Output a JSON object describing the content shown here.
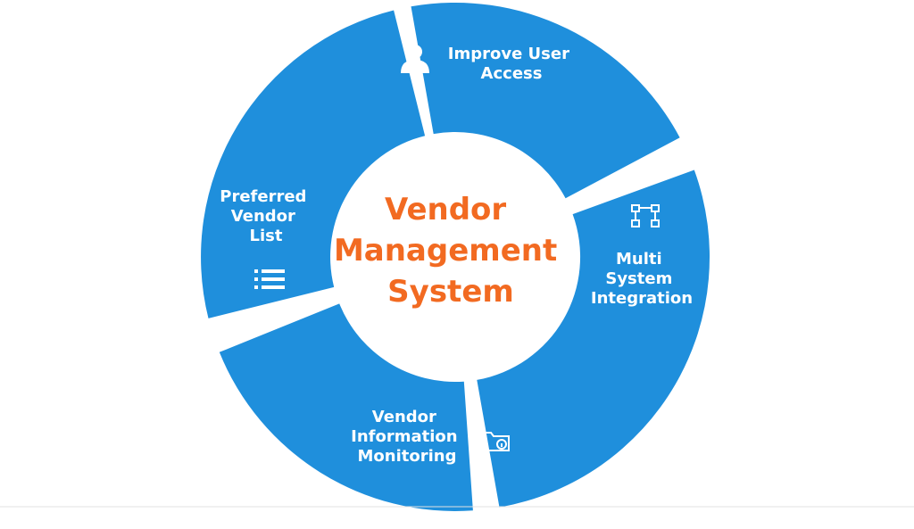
{
  "diagram": {
    "title": [
      "Vendor",
      "Management",
      "System"
    ],
    "segments": [
      {
        "id": "top",
        "lines": [
          "Improve User",
          "Access"
        ],
        "icon": "user-icon"
      },
      {
        "id": "right",
        "lines": [
          "Multi",
          "System",
          "Integration"
        ],
        "icon": "integration-icon"
      },
      {
        "id": "bottom",
        "lines": [
          "Vendor",
          "Information",
          "Monitoring"
        ],
        "icon": "folder-info-icon"
      },
      {
        "id": "left",
        "lines": [
          "Preferred",
          "Vendor",
          "List"
        ],
        "icon": "list-icon"
      }
    ],
    "colors": {
      "segment": "#1f8fdc",
      "center_text": "#f26a21",
      "background": "#ffffff"
    }
  }
}
